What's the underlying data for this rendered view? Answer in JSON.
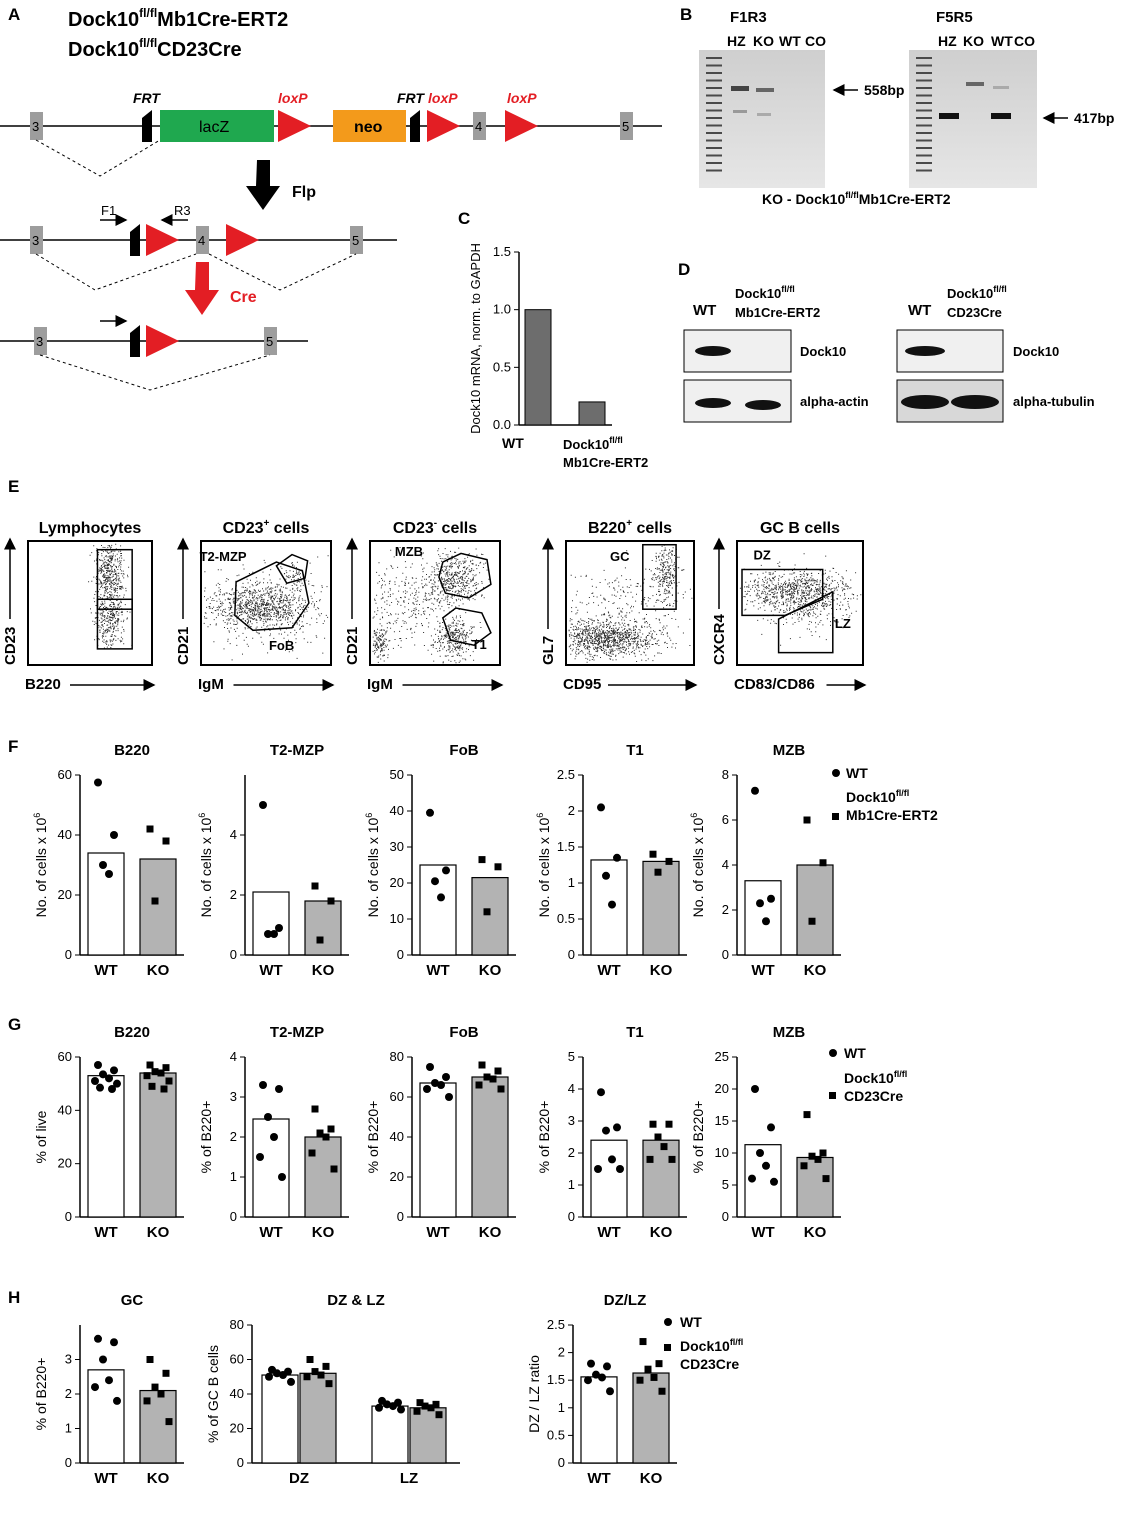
{
  "panel_labels": [
    "A",
    "B",
    "C",
    "D",
    "E",
    "F",
    "G",
    "H"
  ],
  "panelA": {
    "title_line1": "Dock10",
    "title_line1_sup": "fl/fl",
    "title_line1_rest": "Mb1Cre-ERT2",
    "title_line2": "Dock10",
    "title_line2_sup": "fl/fl",
    "title_line2_rest": "CD23Cre",
    "frt1": "FRT",
    "lacz": "lacZ",
    "loxp1": "loxP",
    "neo": "neo",
    "frt2": "FRT",
    "loxp2": "loxP",
    "loxp3": "loxP",
    "exon3": "3",
    "exon4": "4",
    "exon5": "5",
    "flp": "Flp",
    "cre": "Cre",
    "f1": "F1",
    "r3": "R3",
    "colors": {
      "lacz": "#1fa84f",
      "neo": "#f39a1b",
      "loxp": "#e31e24",
      "exon": "#9d9d9d",
      "cre_arrow": "#e31e24"
    }
  },
  "panelB": {
    "gel1_title": "F1R3",
    "gel2_title": "F5R5",
    "lanes": [
      "HZ",
      "KO",
      "WT",
      "CO"
    ],
    "band1": "558bp",
    "band2": "417bp",
    "caption": "KO - Dock10",
    "caption_sup": "fl/fl",
    "caption_rest": "Mb1Cre-ERT2"
  },
  "panelC": {
    "ylabel": "Dock10 mRNA, norm. to GAPDH",
    "cat_wt": "WT",
    "cat_ko_1": "Dock10",
    "cat_ko_sup": "fl/fl",
    "cat_ko_2": "Mb1Cre-ERT2",
    "yticks": [
      "0.0",
      "0.5",
      "1.0",
      "1.5"
    ]
  },
  "panelD": {
    "wt1": "WT",
    "geno1_a": "Dock10",
    "geno1_sup": "fl/fl",
    "geno1_b": "Mb1Cre-ERT2",
    "wt2": "WT",
    "geno2_a": "Dock10",
    "geno2_sup": "fl/fl",
    "geno2_b": "CD23Cre",
    "dock10_1": "Dock10",
    "actin": "alpha-actin",
    "dock10_2": "Dock10",
    "tubulin": "alpha-tubulin"
  },
  "panelE": {
    "plots": [
      {
        "title": "Lymphocytes",
        "ylabel": "CD23",
        "xlabel": "B220",
        "gates": []
      },
      {
        "title": "CD23",
        "title_sup": "+",
        "title_rest": " cells",
        "ylabel": "CD21",
        "xlabel": "IgM",
        "gates": [
          "T2-MZP",
          "FoB"
        ]
      },
      {
        "title": "CD23",
        "title_sup": "-",
        "title_rest": " cells",
        "ylabel": "CD21",
        "xlabel": "IgM",
        "gates": [
          "MZB",
          "T1"
        ]
      },
      {
        "title": "B220",
        "title_sup": "+",
        "title_rest": " cells",
        "ylabel": "GL7",
        "xlabel": "CD95",
        "gates": [
          "GC"
        ]
      },
      {
        "title": "GC B cells",
        "ylabel": "CXCR4",
        "xlabel": "CD83/CD86",
        "gates": [
          "DZ",
          "LZ"
        ]
      }
    ]
  },
  "legends": {
    "wt": "WT",
    "ko_F_a": "Dock10",
    "ko_F_sup": "fl/fl",
    "ko_F_b": "Mb1Cre-ERT2",
    "ko_G_a": "Dock10",
    "ko_G_sup": "fl/fl",
    "ko_G_b": "CD23Cre",
    "ko_H_a": "Dock10",
    "ko_H_sup": "fl/fl",
    "ko_H_b": "CD23Cre"
  },
  "chart_data": [
    {
      "panel": "C",
      "type": "bar",
      "categories": [
        "WT",
        "Dock10fl/fl Mb1Cre-ERT2"
      ],
      "values": [
        1.0,
        0.2
      ],
      "ylabel": "Dock10 mRNA, norm. to GAPDH",
      "ylim": [
        0,
        1.5
      ],
      "yticks": [
        0,
        0.5,
        1.0,
        1.5
      ]
    },
    {
      "panel": "F",
      "type": "bar",
      "title": "B220",
      "ylabel": "No. of cells x 10^6",
      "ylim": [
        0,
        60
      ],
      "yticks": [
        0,
        20,
        40,
        60
      ],
      "categories": [
        "WT",
        "KO"
      ],
      "bars": [
        34,
        32
      ],
      "points": [
        [
          57.5,
          40,
          30,
          27
        ],
        [
          42,
          38,
          18
        ]
      ]
    },
    {
      "panel": "F",
      "type": "bar",
      "title": "T2-MZP",
      "ylabel": "No. of cells x 10^6",
      "ylim": [
        0,
        6
      ],
      "yticks": [
        0,
        2,
        4
      ],
      "categories": [
        "WT",
        "KO"
      ],
      "bars": [
        2.1,
        1.8
      ],
      "points": [
        [
          5.0,
          0.9,
          0.7,
          0.7
        ],
        [
          2.3,
          1.8,
          0.5
        ]
      ]
    },
    {
      "panel": "F",
      "type": "bar",
      "title": "FoB",
      "ylabel": "No. of cells x 10^6",
      "ylim": [
        0,
        50
      ],
      "yticks": [
        0,
        10,
        20,
        30,
        40,
        50
      ],
      "categories": [
        "WT",
        "KO"
      ],
      "bars": [
        25,
        21.5
      ],
      "points": [
        [
          39.5,
          23.5,
          20.5,
          16
        ],
        [
          26.5,
          24.5,
          12
        ]
      ]
    },
    {
      "panel": "F",
      "type": "bar",
      "title": "T1",
      "ylabel": "No. of cells x 10^6",
      "ylim": [
        0,
        2.5
      ],
      "yticks": [
        0,
        0.5,
        1.0,
        1.5,
        2.0,
        2.5
      ],
      "categories": [
        "WT",
        "KO"
      ],
      "bars": [
        1.32,
        1.3
      ],
      "points": [
        [
          2.05,
          1.35,
          1.1,
          0.7
        ],
        [
          1.4,
          1.3,
          1.15
        ]
      ]
    },
    {
      "panel": "F",
      "type": "bar",
      "title": "MZB",
      "ylabel": "No. of cells x 10^6",
      "ylim": [
        0,
        8
      ],
      "yticks": [
        0,
        2,
        4,
        6,
        8
      ],
      "categories": [
        "WT",
        "KO"
      ],
      "bars": [
        3.3,
        4.0
      ],
      "points": [
        [
          7.3,
          2.5,
          2.3,
          1.5
        ],
        [
          6.0,
          4.1,
          1.5
        ]
      ]
    },
    {
      "panel": "G",
      "type": "bar",
      "title": "B220",
      "ylabel": "% of live",
      "ylim": [
        0,
        60
      ],
      "yticks": [
        0,
        20,
        40,
        60
      ],
      "categories": [
        "WT",
        "KO"
      ],
      "bars": [
        53,
        54
      ],
      "points": [
        [
          57,
          55,
          53.5,
          52,
          51,
          50,
          48.5,
          48
        ],
        [
          57,
          56,
          54.5,
          54,
          53,
          51,
          49,
          48
        ]
      ]
    },
    {
      "panel": "G",
      "type": "bar",
      "title": "T2-MZP",
      "ylabel": "% of B220+",
      "ylim": [
        0,
        4
      ],
      "yticks": [
        0,
        1,
        2,
        3,
        4
      ],
      "categories": [
        "WT",
        "KO"
      ],
      "bars": [
        2.45,
        2.0
      ],
      "points": [
        [
          3.3,
          3.2,
          2.5,
          2.0,
          1.5,
          1.0
        ],
        [
          2.7,
          2.2,
          2.1,
          2.0,
          1.6,
          1.2
        ]
      ]
    },
    {
      "panel": "G",
      "type": "bar",
      "title": "FoB",
      "ylabel": "% of B220+",
      "ylim": [
        0,
        80
      ],
      "yticks": [
        0,
        20,
        40,
        60,
        80
      ],
      "categories": [
        "WT",
        "KO"
      ],
      "bars": [
        67,
        70
      ],
      "points": [
        [
          75,
          70,
          67,
          66,
          64,
          60
        ],
        [
          76,
          73,
          70,
          69,
          66,
          64
        ]
      ]
    },
    {
      "panel": "G",
      "type": "bar",
      "title": "T1",
      "ylabel": "% of B220+",
      "ylim": [
        0,
        5
      ],
      "yticks": [
        0,
        1,
        2,
        3,
        4,
        5
      ],
      "categories": [
        "WT",
        "KO"
      ],
      "bars": [
        2.4,
        2.4
      ],
      "points": [
        [
          3.9,
          2.8,
          2.7,
          1.8,
          1.5,
          1.5
        ],
        [
          2.9,
          2.9,
          2.5,
          2.2,
          1.8,
          1.8
        ]
      ]
    },
    {
      "panel": "G",
      "type": "bar",
      "title": "MZB",
      "ylabel": "% of B220+",
      "ylim": [
        0,
        25
      ],
      "yticks": [
        0,
        5,
        10,
        15,
        20,
        25
      ],
      "categories": [
        "WT",
        "KO"
      ],
      "bars": [
        11.3,
        9.3
      ],
      "points": [
        [
          20,
          14,
          10,
          8,
          6,
          5.5
        ],
        [
          16,
          10,
          9.5,
          9,
          8,
          6
        ]
      ]
    },
    {
      "panel": "H",
      "type": "bar",
      "title": "GC",
      "ylabel": "% of B220+",
      "ylim": [
        0,
        4
      ],
      "yticks": [
        0,
        1,
        2,
        3
      ],
      "categories": [
        "WT",
        "KO"
      ],
      "bars": [
        2.7,
        2.1
      ],
      "points": [
        [
          3.6,
          3.5,
          3.0,
          2.4,
          2.2,
          1.8
        ],
        [
          3.0,
          2.6,
          2.2,
          2.0,
          1.8,
          1.2
        ]
      ]
    },
    {
      "panel": "H",
      "type": "bar",
      "title": "DZ & LZ",
      "ylabel": "% of GC B cells",
      "ylim": [
        0,
        80
      ],
      "yticks": [
        0,
        20,
        40,
        60,
        80
      ],
      "categories": [
        "DZ",
        "LZ"
      ],
      "series": [
        {
          "name": "WT",
          "bars": [
            51,
            33
          ],
          "points": [
            [
              54,
              53,
              52,
              51,
              50,
              47
            ],
            [
              36,
              35,
              34,
              33,
              32,
              31
            ]
          ]
        },
        {
          "name": "KO",
          "bars": [
            52,
            32
          ],
          "points": [
            [
              60,
              56,
              53,
              51,
              50,
              46
            ],
            [
              35,
              34,
              33,
              32,
              30,
              28
            ]
          ]
        }
      ]
    },
    {
      "panel": "H",
      "type": "bar",
      "title": "DZ/LZ",
      "ylabel": "DZ / LZ ratio",
      "ylim": [
        0,
        2.5
      ],
      "yticks": [
        0,
        0.5,
        1.0,
        1.5,
        2.0,
        2.5
      ],
      "categories": [
        "WT",
        "KO"
      ],
      "bars": [
        1.56,
        1.63
      ],
      "points": [
        [
          1.8,
          1.75,
          1.6,
          1.55,
          1.5,
          1.3
        ],
        [
          2.2,
          1.8,
          1.7,
          1.55,
          1.5,
          1.3
        ]
      ]
    }
  ]
}
